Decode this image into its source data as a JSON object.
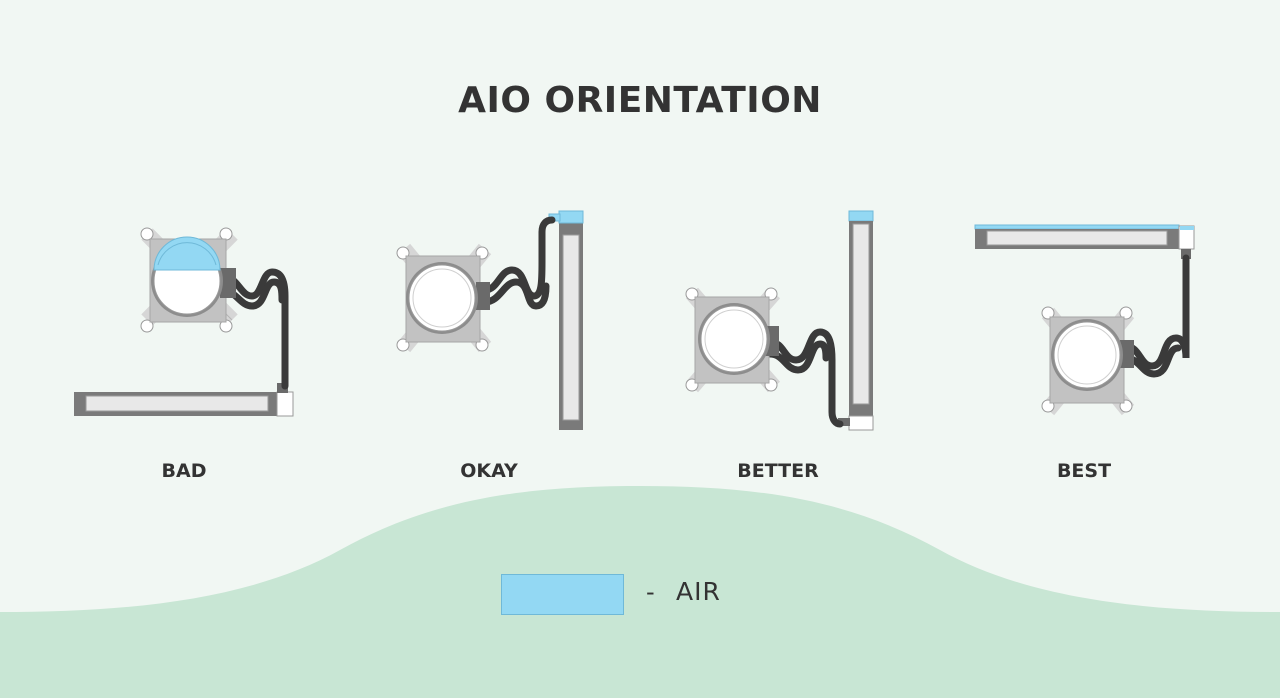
{
  "title": "AIO ORIENTATION",
  "colors": {
    "background": "#f1f7f3",
    "wave": "#c8e6d4",
    "air": "#93d8f3",
    "tube": "#3a3a3a",
    "radiator_frame": "#7a7a7a",
    "radiator_core": "#e8e8e8",
    "pump_bracket": "#cfcfcf",
    "text": "#333333"
  },
  "configurations": [
    {
      "label": "BAD",
      "radiator": "horizontal-bottom",
      "air_in_pump": true
    },
    {
      "label": "OKAY",
      "radiator": "vertical-tubes-top",
      "air_in_pump": false
    },
    {
      "label": "BETTER",
      "radiator": "vertical-tubes-bottom",
      "air_in_pump": false
    },
    {
      "label": "BEST",
      "radiator": "horizontal-top",
      "air_in_pump": false
    }
  ],
  "legend": {
    "dash": "-",
    "label": "AIR"
  }
}
